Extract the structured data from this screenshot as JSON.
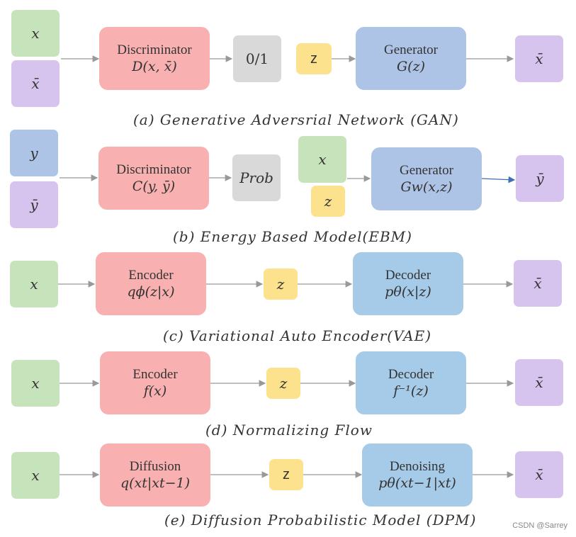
{
  "gan": {
    "x": "x",
    "xbar": "x̄",
    "disc_title": "Discriminator",
    "disc_sub": "D(x, x̄)",
    "out": "0/1",
    "z": "z",
    "gen_title": "Generator",
    "gen_sub": "G(z)",
    "result": "x̄",
    "caption": "(a) Generative Adversrial Network (GAN)"
  },
  "ebm": {
    "y": "y",
    "ybar": "ȳ",
    "disc_title": "Discriminator",
    "disc_sub": "C(y, ȳ)",
    "out": "Prob",
    "x": "x",
    "z": "z",
    "gen_title": "Generator",
    "gen_sub": "Gw(x,z)",
    "result": "ȳ",
    "caption": "(b) Energy Based Model(EBM)"
  },
  "vae": {
    "x": "x",
    "enc_title": "Encoder",
    "enc_sub": "qϕ(z|x)",
    "z": "z",
    "dec_title": "Decoder",
    "dec_sub": "pθ(x|z)",
    "result": "x̄",
    "caption": "(c) Variational Auto Encoder(VAE)"
  },
  "flow": {
    "x": "x",
    "enc_title": "Encoder",
    "enc_sub": "f(x)",
    "z": "z",
    "dec_title": "Decoder",
    "dec_sub": "f⁻¹(z)",
    "result": "x̄",
    "caption": "(d) Normalizing Flow"
  },
  "dpm": {
    "x": "x",
    "enc_title": "Diffusion",
    "enc_sub": "q(xt|xt−1)",
    "z": "z",
    "dec_title": "Denoising",
    "dec_sub": "pθ(xt−1|xt)",
    "result": "x̄",
    "caption": "(e) Diffusion Probabilistic Model (DPM)"
  },
  "watermark": "CSDN @Sarrey",
  "colors": {
    "green": "#c7e3bb",
    "purple": "#d6c4ee",
    "blue": "#aec4e6",
    "yellow": "#fde28e",
    "gray": "#d9d9d9",
    "pink": "#f8b1b0",
    "light_blue": "#a6cbe8",
    "arrow": "#999999",
    "arrow_blue": "#3f6fb5"
  }
}
